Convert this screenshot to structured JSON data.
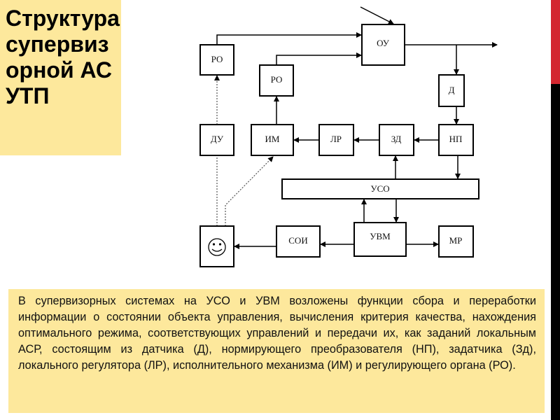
{
  "slide": {
    "title": "Структура супервизорной АСУТП",
    "description": "В супервизорных системах на УСО и УВМ возложены функции сбора и переработки информации о состоянии объекта управления, вычисления критерия качества, нахождения оптимального режима, соответствующих управлений и передачи их, как заданий локальным АСР, состоящим из датчика (Д), нормирующего преобразователя (НП), задатчика (Зд), локального регулятора (ЛР), исполнительного механизма (ИМ) и регулирующего органа (РО)."
  },
  "diagram": {
    "blocks": {
      "ro1": "РО",
      "ro2": "РО",
      "ou": "ОУ",
      "d": "Д",
      "du": "ДУ",
      "im": "ИМ",
      "lr": "ЛР",
      "zd": "ЗД",
      "np": "НП",
      "uso": "УСО",
      "soi": "СОИ",
      "uvm": "УВМ",
      "mr": "МР"
    },
    "operator_icon": "smiley-icon"
  },
  "colors": {
    "panel": "#fde89c",
    "accent_red": "#d3262f",
    "accent_black": "#000000"
  }
}
